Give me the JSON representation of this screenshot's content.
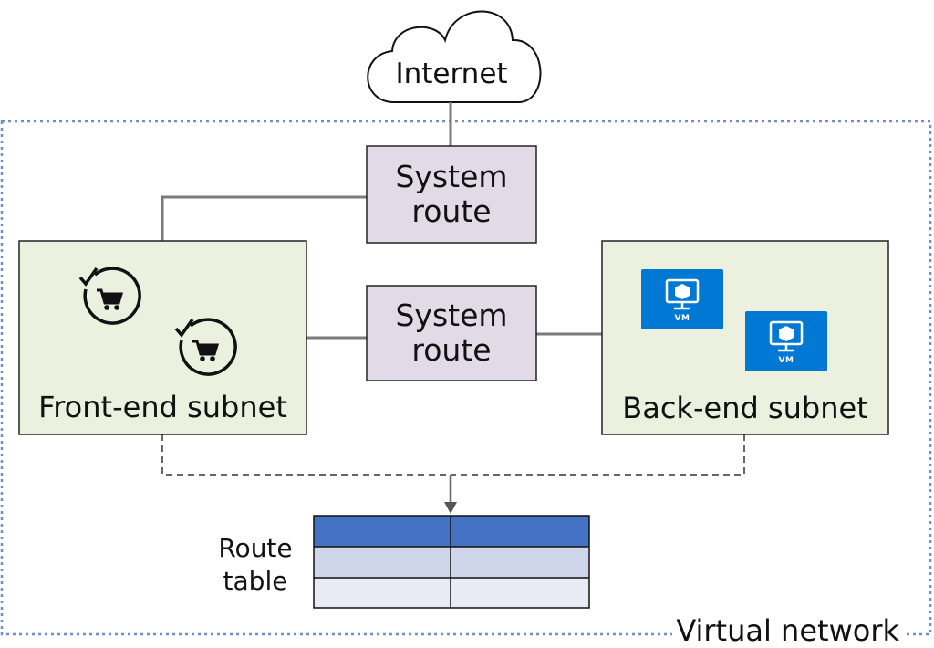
{
  "internet": {
    "label": "Internet"
  },
  "system_route_top": {
    "line1": "System",
    "line2": "route"
  },
  "system_route_middle": {
    "line1": "System",
    "line2": "route"
  },
  "front_end_subnet": {
    "label": "Front-end subnet",
    "icons": [
      "shopping-cart-sync-icon",
      "shopping-cart-sync-icon"
    ]
  },
  "back_end_subnet": {
    "label": "Back-end subnet",
    "vms": [
      {
        "tag": "VM"
      },
      {
        "tag": "VM"
      }
    ]
  },
  "route_table": {
    "line1": "Route",
    "line2": "table",
    "header_color": "#4472c4",
    "row_colors": [
      "#d0d6ea",
      "#e8ebf4"
    ]
  },
  "virtual_network": {
    "label": "Virtual network"
  },
  "colors": {
    "subnet_fill": "#ebf1de",
    "route_fill": "#e2dbe7",
    "vnet_border": "#6a8fc8",
    "vm_blue": "#0078d4"
  }
}
